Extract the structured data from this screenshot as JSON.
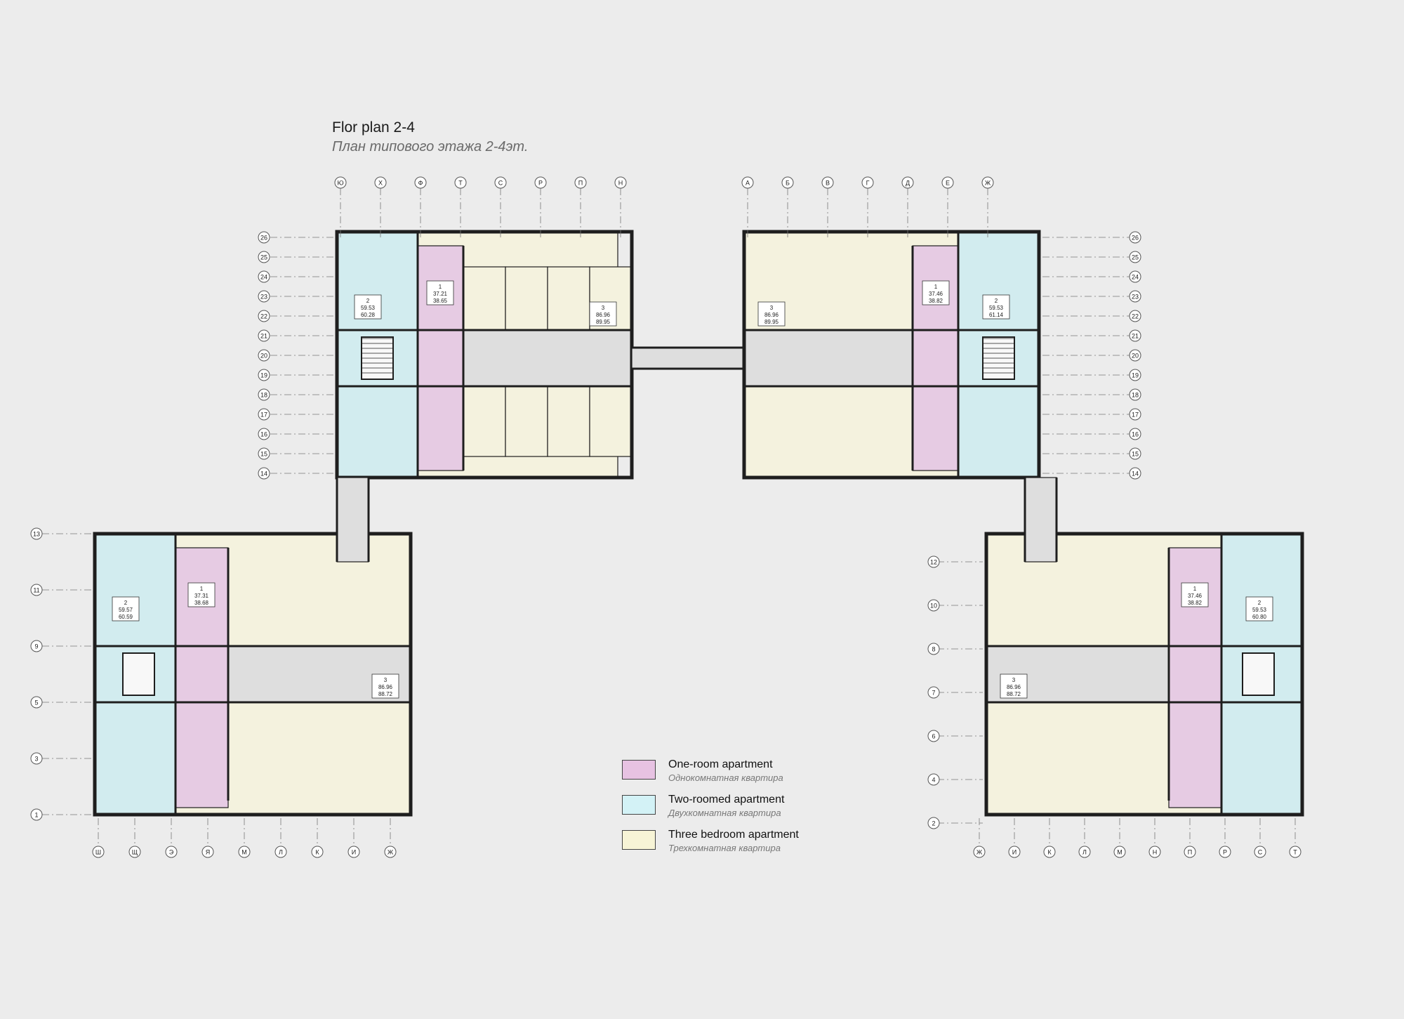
{
  "title": "Flor plan 2-4",
  "subtitle": "План типового этажа 2-4эт.",
  "colors": {
    "background": "#ececec",
    "wall": "#1e1e1e",
    "one_room": "#e6cbe3",
    "two_room": "#d2ecef",
    "three_room": "#f4f2de",
    "corridor": "#dedede"
  },
  "legend": [
    {
      "label": "One-room apartment",
      "sublabel": "Однокомнатная квартира",
      "color": "#e7c2e2"
    },
    {
      "label": "Two-roomed apartment",
      "sublabel": "Двухкомнатная квартира",
      "color": "#d3f2f6"
    },
    {
      "label": "Three bedroom apartment",
      "sublabel": "Трехкомнатная квартира",
      "color": "#f7f4d6"
    }
  ],
  "axes": {
    "top_left": [
      "Ю",
      "Х",
      "Ф",
      "Т",
      "С",
      "Р",
      "П",
      "Н"
    ],
    "top_right": [
      "А",
      "Б",
      "В",
      "Г",
      "Д",
      "Е",
      "Ж"
    ],
    "left_rows": [
      "26",
      "25",
      "24",
      "23",
      "22",
      "21",
      "20",
      "19",
      "18",
      "17",
      "16",
      "15",
      "14"
    ],
    "right_rows": [
      "26",
      "25",
      "24",
      "23",
      "22",
      "21",
      "20",
      "19",
      "18",
      "17",
      "16",
      "15",
      "14"
    ],
    "bottom_left_rows": [
      "13",
      "11",
      "9",
      "5",
      "3",
      "1"
    ],
    "bottom_right_rows": [
      "12",
      "10",
      "8",
      "7",
      "6",
      "4",
      "2"
    ],
    "bottom_left_cols": [
      "Ш",
      "Щ",
      "Э",
      "Я",
      "М",
      "Л",
      "К",
      "И",
      "Ж"
    ],
    "bottom_right_cols": [
      "Ж",
      "И",
      "К",
      "Л",
      "М",
      "Н",
      "П",
      "Р",
      "С",
      "Т"
    ]
  },
  "apartments": {
    "one_room": [
      "1 / 37.21 / 38.65",
      "1 / 37.46 / 38.82",
      "1 / 37.31 / 38.68",
      "1 / 37.46 / 38.82"
    ],
    "two_room": [
      "2 / 59.53 / 60.28",
      "2 / 59.53 / 61.14",
      "2 / 59.57 / 60.59",
      "2 / 59.53 / 60.80"
    ],
    "three_room": [
      "3 / 86.96 / 89.95",
      "3 / 86.96 / 89.95",
      "3 / 86.96 / 88.72",
      "3 / 86.96 / 88.72"
    ]
  }
}
